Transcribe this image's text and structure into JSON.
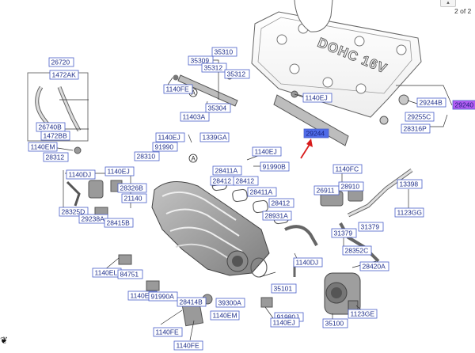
{
  "viewer": {
    "page_indicator": "2 of 2",
    "nav_button_glyph": "▴",
    "pointer_glyph": "❦"
  },
  "diagram": {
    "cover_marking": "DOHC 16V",
    "view_marks": [
      "A",
      "A"
    ],
    "labels": [
      "26720",
      "1472AK",
      "26740B",
      "1472BB",
      "1140EM",
      "28312",
      "35309",
      "35310",
      "35312",
      "35312",
      "1140FE",
      "35304",
      "1140EJ",
      "29244",
      "29244B",
      "29255C",
      "28316P",
      "29240",
      "11403A",
      "1140EJ",
      "91990",
      "1339GA",
      "1140EJ",
      "91990B",
      "28310",
      "1140DJ",
      "1140EJ",
      "28326B",
      "21140",
      "28325D",
      "29238A",
      "28415B",
      "28411A",
      "28412",
      "28412",
      "28411A",
      "28412",
      "28931A",
      "1140FC",
      "26911",
      "28910",
      "13398",
      "1123GG",
      "31379",
      "31379",
      "28352C",
      "28420A",
      "1140EL",
      "84751",
      "1140DJ",
      "35101",
      "1140EJ",
      "91990A",
      "28414B",
      "39300A",
      "1140EM",
      "1140FE",
      "91980J",
      "1140EJ",
      "35100",
      "1123GE",
      "1140FE"
    ]
  },
  "colors": {
    "label_border": "#4a5fc9",
    "label_text": "#1f2f8a",
    "highlight_fill": "#b45cf2",
    "target_fill": "#4f6be8",
    "arrow": "#d81b1b",
    "line_art": "#555555",
    "part_fill": "#9a9a9a"
  }
}
